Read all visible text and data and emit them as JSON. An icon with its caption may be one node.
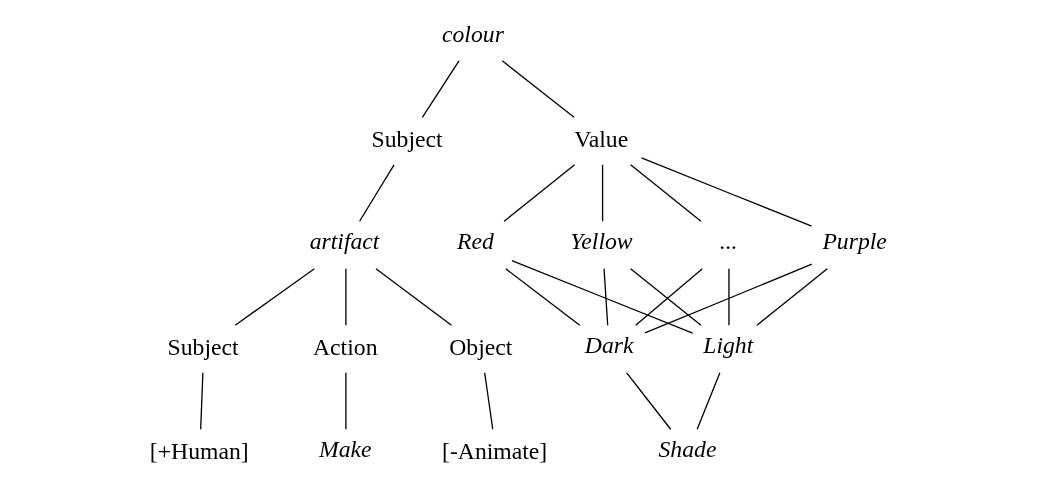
{
  "diagram": {
    "nodes": [
      {
        "text": [
          "colour"
        ]
      },
      {
        "text": [
          "Subject"
        ]
      },
      {
        "text": [
          "Value"
        ]
      },
      {
        "text": [
          "artifact"
        ]
      },
      {
        "text": [
          "Red"
        ]
      },
      {
        "text": [
          "Yellow"
        ]
      },
      {
        "text": [
          "..."
        ]
      },
      {
        "text": [
          "Purple"
        ]
      },
      {
        "text": [
          "Subject"
        ]
      },
      {
        "text": [
          "Action"
        ]
      },
      {
        "text": [
          "Object"
        ]
      },
      {
        "text": [
          "Dark"
        ]
      },
      {
        "text": [
          "Light"
        ]
      },
      {
        "text": [
          "[+Human]"
        ]
      },
      {
        "text": [
          "Make"
        ]
      },
      {
        "text": [
          "[-Animate]"
        ]
      },
      {
        "text": [
          "Shade"
        ]
      }
    ],
    "edges": [
      {
        "from": 0,
        "to": 1,
        "arrow": "none"
      },
      {
        "from": 0,
        "to": 2,
        "arrow": "none"
      },
      {
        "from": 1,
        "to": 3,
        "arrow": "none"
      },
      {
        "from": 2,
        "to": 4,
        "arrow": "none"
      },
      {
        "from": 2,
        "to": 5,
        "arrow": "none"
      },
      {
        "from": 2,
        "to": 6,
        "arrow": "none"
      },
      {
        "from": 2,
        "to": 7,
        "arrow": "none"
      },
      {
        "from": 3,
        "to": 8,
        "arrow": "none"
      },
      {
        "from": 3,
        "to": 9,
        "arrow": "none"
      },
      {
        "from": 3,
        "to": 10,
        "arrow": "none"
      },
      {
        "from": 4,
        "to": 11,
        "arrow": "none"
      },
      {
        "from": 4,
        "to": 12,
        "arrow": "none"
      },
      {
        "from": 5,
        "to": 11,
        "arrow": "none"
      },
      {
        "from": 5,
        "to": 12,
        "arrow": "none"
      },
      {
        "from": 6,
        "to": 11,
        "arrow": "none"
      },
      {
        "from": 6,
        "to": 12,
        "arrow": "none"
      },
      {
        "from": 7,
        "to": 11,
        "arrow": "none"
      },
      {
        "from": 7,
        "to": 12,
        "arrow": "none"
      },
      {
        "from": 8,
        "to": 13,
        "arrow": "none"
      },
      {
        "from": 9,
        "to": 14,
        "arrow": "none"
      },
      {
        "from": 10,
        "to": 15,
        "arrow": "none"
      },
      {
        "from": 11,
        "to": 16,
        "arrow": "none"
      },
      {
        "from": 12,
        "to": 16,
        "arrow": "none"
      }
    ]
  }
}
